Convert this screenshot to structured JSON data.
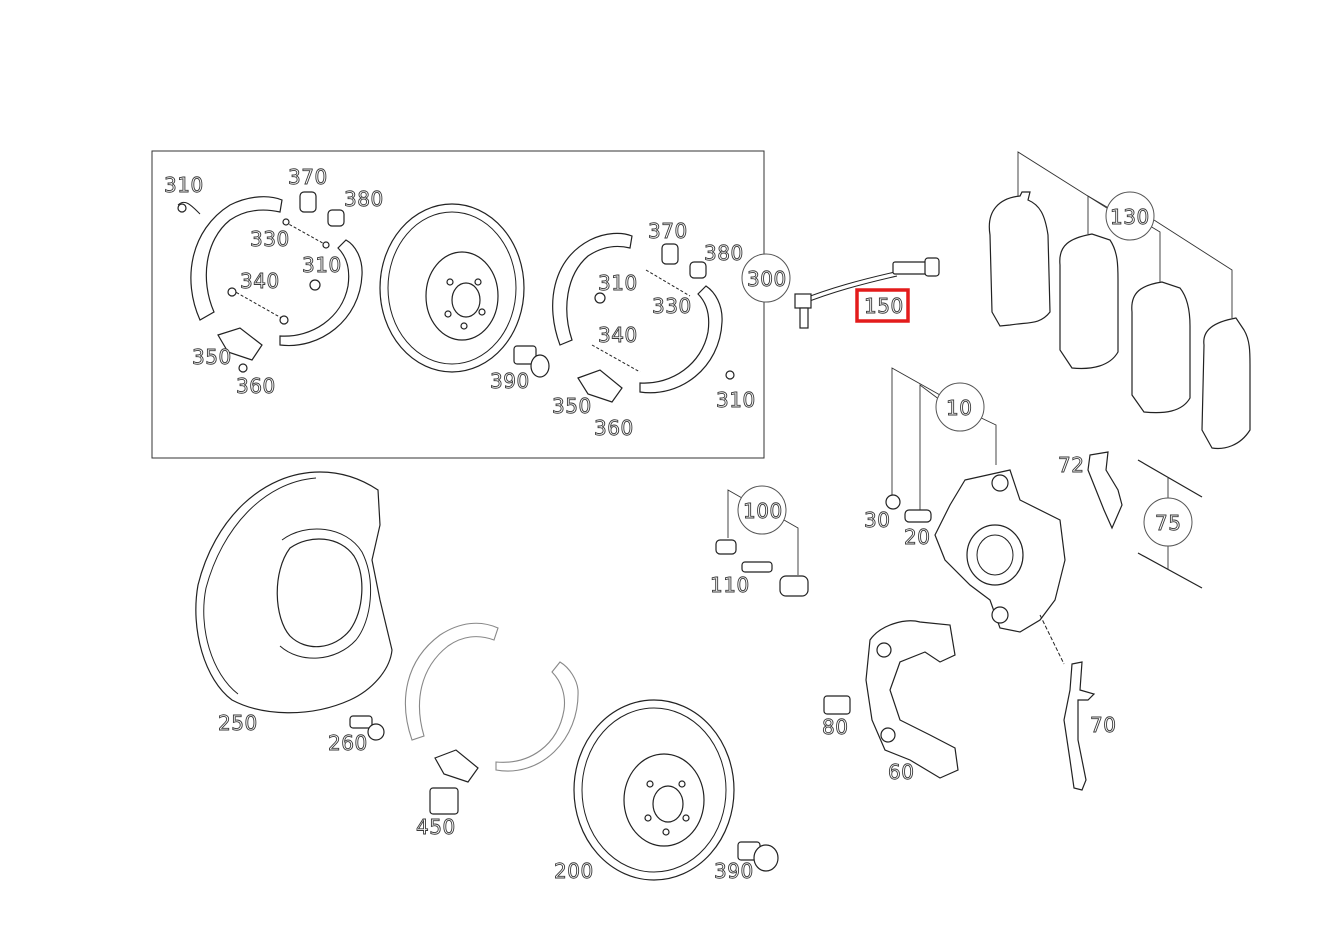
{
  "labels": {
    "l310a": "310",
    "l370a": "370",
    "l380a": "380",
    "l330a": "330",
    "l310b": "310",
    "l340a": "340",
    "l350a": "350",
    "l360a": "360",
    "l370b": "370",
    "l380b": "380",
    "l310c": "310",
    "l330b": "330",
    "l340b": "340",
    "l390a": "390",
    "l350b": "350",
    "l360b": "360",
    "l310d": "310",
    "l300": "300",
    "l150": "150",
    "l130": "130",
    "l10": "10",
    "l30": "30",
    "l20": "20",
    "l72": "72",
    "l75": "75",
    "l100": "100",
    "l110": "110",
    "l250": "250",
    "l260": "260",
    "l450": "450",
    "l200": "200",
    "l390b": "390",
    "l80": "80",
    "l60": "60",
    "l70": "70"
  },
  "highlight": {
    "part": "150",
    "color": "#e31b1b"
  }
}
